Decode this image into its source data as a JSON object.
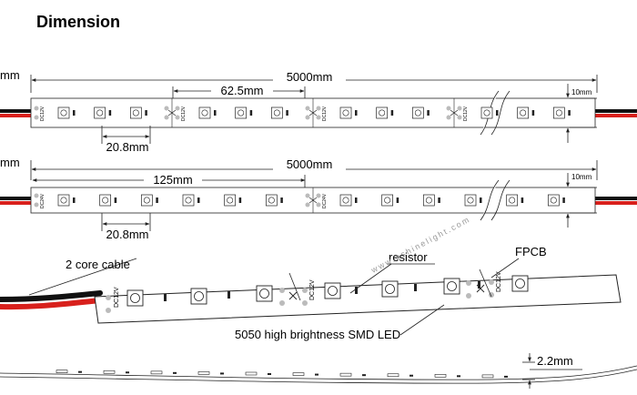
{
  "heading": "Dimension",
  "strip1": {
    "total_length": "5000mm",
    "cut_length": "62.5mm",
    "led_pitch": "20.8mm",
    "width": "10mm",
    "voltage": "DC12V"
  },
  "strip2": {
    "total_length": "5000mm",
    "cut_length": "125mm",
    "led_pitch": "20.8mm",
    "width": "10mm",
    "voltage": "DC24V"
  },
  "detail": {
    "cable_label": "2 core cable",
    "resistor_label": "resistor",
    "fpcb_label": "FPCB",
    "led_label": "5050 high brightness SMD LED",
    "voltage": "DC12V",
    "watermark": "www.ashinelight.com"
  },
  "side": {
    "thickness": "2.2mm"
  },
  "edge_fragments": {
    "row1": "mm",
    "row2": "mm"
  },
  "colors": {
    "cable_red": "#d8201c",
    "cable_black": "#111111",
    "line": "#222222",
    "pad": "#bbbbbb"
  }
}
